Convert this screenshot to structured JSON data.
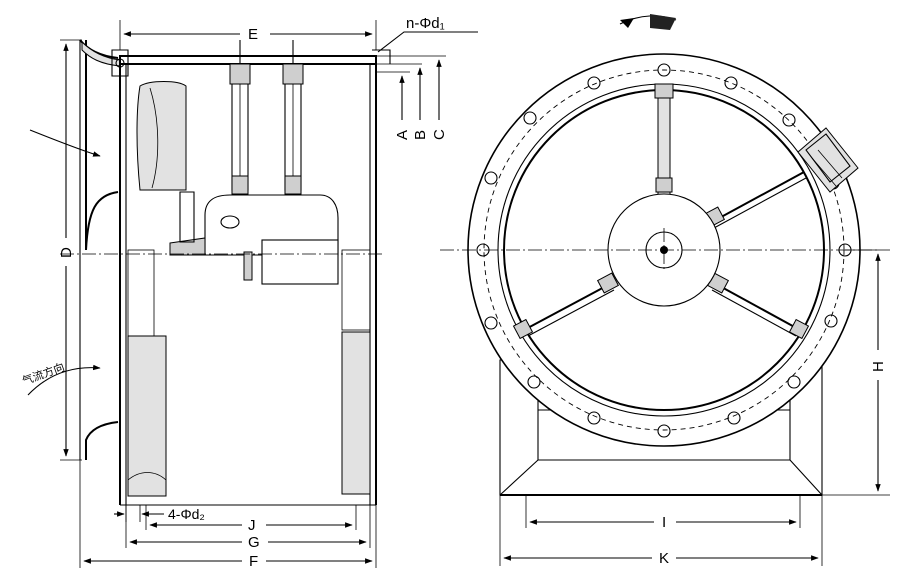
{
  "labels": {
    "A": "A",
    "B": "B",
    "C": "C",
    "D": "D",
    "E": "E",
    "F": "F",
    "G": "G",
    "H": "H",
    "I": "I",
    "J": "J",
    "K": "K",
    "n_d1": "n-Φd₁",
    "four_d2": "4-Φd₂",
    "airflow": "气流方向"
  }
}
